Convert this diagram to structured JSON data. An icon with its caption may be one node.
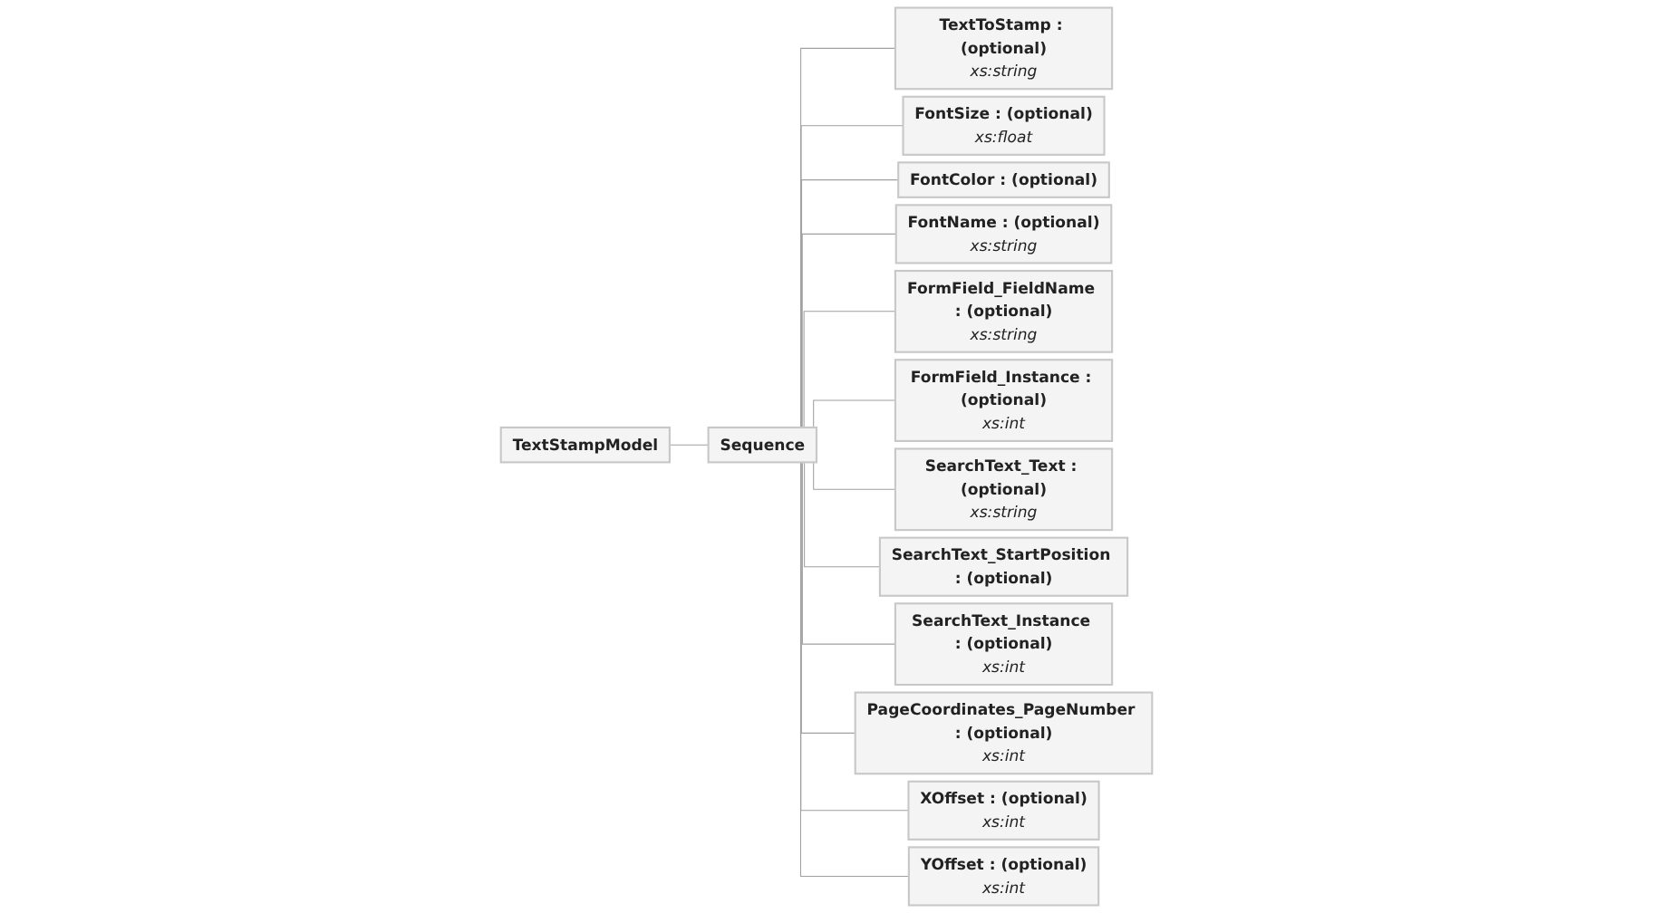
{
  "diagram": {
    "nodes": [
      {
        "text": [
          "TextStampModel"
        ]
      },
      {
        "text": [
          "Sequence"
        ]
      },
      {
        "text": [
          "TextToStamp : (optional)",
          "xs:string"
        ]
      },
      {
        "text": [
          "FontSize : (optional)",
          "xs:float"
        ]
      },
      {
        "text": [
          "FontColor : (optional)"
        ]
      },
      {
        "text": [
          "FontName : (optional)",
          "xs:string"
        ]
      },
      {
        "text": [
          "FormField_FieldName : (optional)",
          "xs:string"
        ]
      },
      {
        "text": [
          "FormField_Instance : (optional)",
          "xs:int"
        ]
      },
      {
        "text": [
          "SearchText_Text : (optional)",
          "xs:string"
        ]
      },
      {
        "text": [
          "SearchText_StartPosition : (optional)"
        ]
      },
      {
        "text": [
          "SearchText_Instance : (optional)",
          "xs:int"
        ]
      },
      {
        "text": [
          "PageCoordinates_PageNumber : (optional)",
          "xs:int"
        ]
      },
      {
        "text": [
          "XOffset : (optional)",
          "xs:int"
        ]
      },
      {
        "text": [
          "YOffset : (optional)",
          "xs:int"
        ]
      }
    ],
    "edges": [
      {
        "from": 0,
        "to": 1,
        "arrow": "none"
      },
      {
        "from": 1,
        "to": 2,
        "arrow": "none"
      },
      {
        "from": 1,
        "to": 3,
        "arrow": "none"
      },
      {
        "from": 1,
        "to": 4,
        "arrow": "none"
      },
      {
        "from": 1,
        "to": 5,
        "arrow": "none"
      },
      {
        "from": 1,
        "to": 6,
        "arrow": "none"
      },
      {
        "from": 1,
        "to": 7,
        "arrow": "none"
      },
      {
        "from": 1,
        "to": 8,
        "arrow": "none"
      },
      {
        "from": 1,
        "to": 9,
        "arrow": "none"
      },
      {
        "from": 1,
        "to": 10,
        "arrow": "none"
      },
      {
        "from": 1,
        "to": 11,
        "arrow": "none"
      },
      {
        "from": 1,
        "to": 12,
        "arrow": "none"
      },
      {
        "from": 1,
        "to": 13,
        "arrow": "none"
      }
    ]
  }
}
